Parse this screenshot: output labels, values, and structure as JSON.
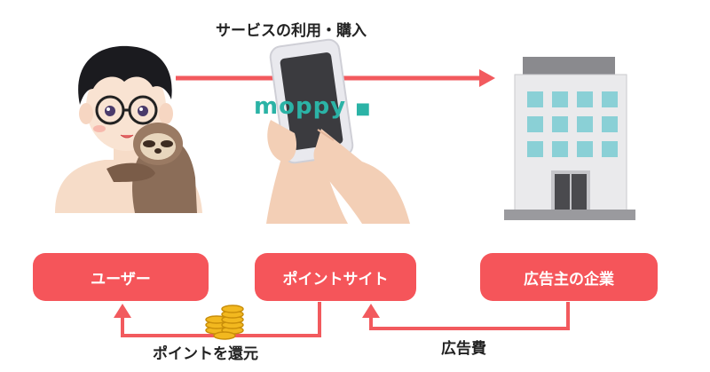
{
  "flow": {
    "top_label": "サービスの利用・購入",
    "reward_label": "ポイントを還元",
    "fee_label": "広告費"
  },
  "boxes": {
    "user": "ユーザー",
    "point_site": "ポイントサイト",
    "advertiser": "広告主の企業"
  },
  "logo_text": "moppy",
  "colors": {
    "accent": "#f5555a",
    "arrow": "#f25a5e",
    "logo": "#2bb3a6"
  }
}
